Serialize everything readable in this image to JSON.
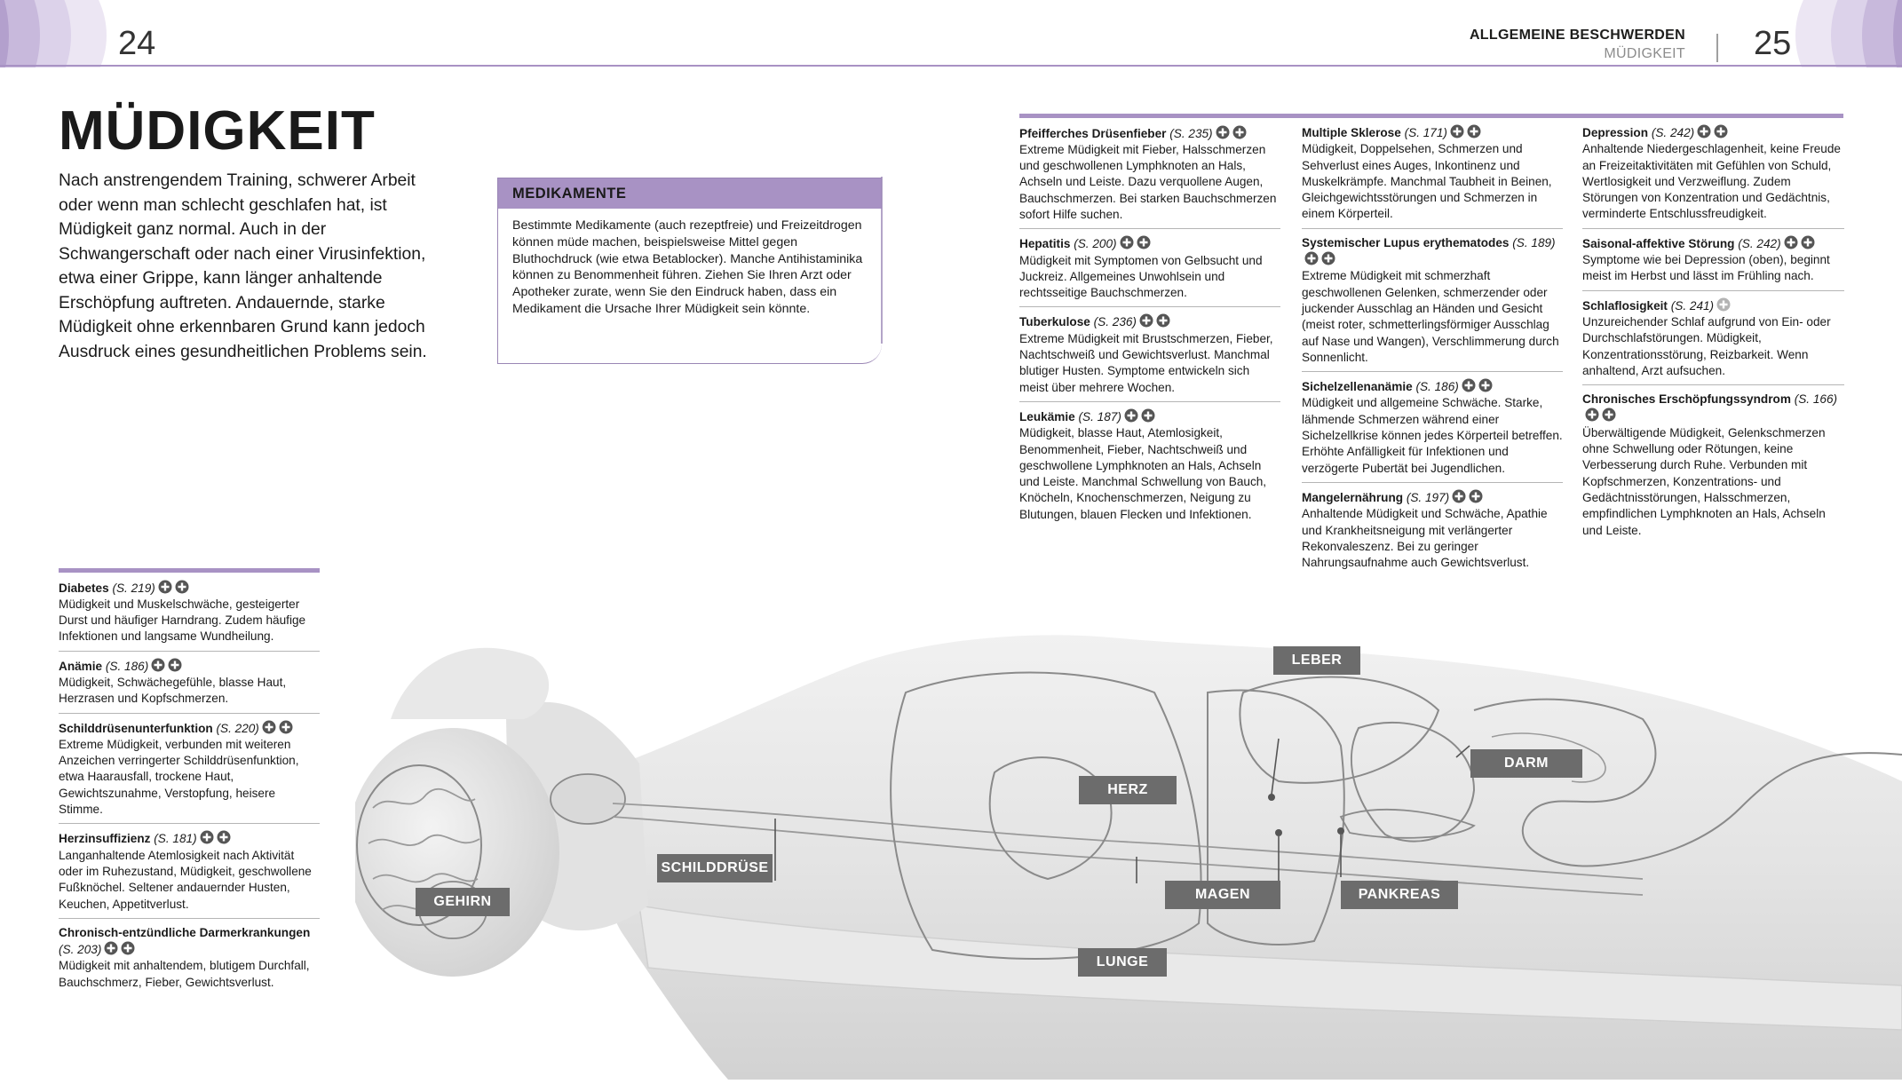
{
  "header": {
    "page_left": "24",
    "page_right": "25",
    "section_title": "ALLGEMEINE BESCHWERDEN",
    "section_sub": "MÜDIGKEIT"
  },
  "title": "MÜDIGKEIT",
  "intro": "Nach anstrengendem Training, schwerer Arbeit oder wenn man schlecht geschlafen hat, ist Müdigkeit ganz normal. Auch in der Schwangerschaft oder nach einer Virusinfektion, etwa einer Grippe, kann länger anhaltende Erschöpfung auftreten. Andauernde, starke Müdigkeit ohne erkennbaren Grund kann jedoch Ausdruck eines gesundheitlichen Problems sein.",
  "medikamente": {
    "heading": "MEDIKAMENTE",
    "text": "Bestimmte Medikamente (auch rezeptfreie) und Freizeitdrogen können müde machen, beispielsweise Mittel gegen Bluthochdruck (wie etwa Betablocker). Manche Antihistaminika können zu Benommenheit führen. Ziehen Sie Ihren Arzt oder Apotheker zurate, wenn Sie den Eindruck haben, dass ein Medikament die Ursache Ihrer Müdigkeit sein könnte."
  },
  "icons": {
    "plus": "plus-circle-icon",
    "accent": "#a892c4",
    "label_bg": "#6c6c6c"
  },
  "left_column": [
    {
      "name": "Diabetes",
      "ref": "(S. 219)",
      "symbols": 2,
      "text": "Müdigkeit und Muskelschwäche, gesteigerter Durst und häufiger Harndrang. Zudem häufige Infektionen und langsame Wundheilung."
    },
    {
      "name": "Anämie",
      "ref": "(S. 186)",
      "symbols": 2,
      "text": "Müdigkeit, Schwächegefühle, blasse Haut, Herzrasen und Kopfschmerzen."
    },
    {
      "name": "Schilddrüsenunterfunktion",
      "ref": "(S. 220)",
      "symbols": 2,
      "text": "Extreme Müdigkeit, verbunden mit weiteren Anzeichen verringerter Schilddrüsenfunktion, etwa Haarausfall, trockene Haut, Gewichtszunahme, Verstopfung, heisere Stimme."
    },
    {
      "name": "Herzinsuffizienz",
      "ref": "(S. 181)",
      "symbols": 2,
      "text": "Langanhaltende Atemlosigkeit nach Aktivität oder im Ruhezustand, Müdigkeit, geschwollene Fußknöchel. Seltener andauernder Husten, Keuchen, Appetitverlust."
    },
    {
      "name": "Chronisch-entzündliche Darmerkrankungen",
      "ref": "(S. 203)",
      "symbols": 2,
      "text": "Müdigkeit mit anhaltendem, blutigem Durchfall, Bauchschmerz, Fieber, Gewichtsverlust."
    }
  ],
  "column1": [
    {
      "name": "Pfeifferches Drüsenfieber",
      "ref": "(S. 235)",
      "symbols": 2,
      "text": "Extreme Müdigkeit mit Fieber, Halsschmerzen und geschwollenen Lymphknoten an Hals, Achseln und Leiste. Dazu verquollene Augen, Bauchschmerzen. Bei starken Bauchschmerzen sofort Hilfe suchen."
    },
    {
      "name": "Hepatitis",
      "ref": "(S. 200)",
      "symbols": 2,
      "text": "Müdigkeit mit Symptomen von Gelbsucht und Juckreiz. Allgemeines Unwohlsein und rechtsseitige Bauchschmerzen."
    },
    {
      "name": "Tuberkulose",
      "ref": "(S. 236)",
      "symbols": 2,
      "text": "Extreme Müdigkeit mit Brustschmerzen, Fieber, Nachtschweiß und Gewichtsverlust. Manchmal blutiger Husten. Symptome entwickeln sich meist über mehrere Wochen."
    },
    {
      "name": "Leukämie",
      "ref": "(S. 187)",
      "symbols": 2,
      "text": "Müdigkeit, blasse Haut, Atemlosigkeit, Benommenheit, Fieber, Nachtschweiß und geschwollene Lymphknoten an Hals, Achseln und Leiste. Manchmal Schwellung von Bauch, Knöcheln, Knochenschmerzen, Neigung zu Blutungen, blauen Flecken und Infektionen."
    }
  ],
  "column2": [
    {
      "name": "Multiple Sklerose",
      "ref": "(S. 171)",
      "symbols": 2,
      "text": "Müdigkeit, Doppelsehen, Schmerzen und Sehverlust eines Auges, Inkontinenz und Muskelkrämpfe. Manchmal Taubheit in Beinen, Gleichgewichtsstörungen und Schmerzen in einem Körperteil."
    },
    {
      "name": "Systemischer Lupus erythematodes",
      "ref": "(S. 189)",
      "symbols": 2,
      "text": "Extreme Müdigkeit mit schmerzhaft geschwollenen Gelenken, schmerzender oder juckender Ausschlag an Händen und Gesicht (meist roter, schmetterlingsförmiger Ausschlag auf Nase und Wangen), Verschlimmerung durch Sonnenlicht."
    },
    {
      "name": "Sichelzellenanämie",
      "ref": "(S. 186)",
      "symbols": 2,
      "text": "Müdigkeit und allgemeine Schwäche. Starke, lähmende Schmerzen während einer Sichelzellkrise können jedes Körperteil betreffen. Erhöhte Anfälligkeit für Infektionen und verzögerte Pubertät bei Jugendlichen."
    },
    {
      "name": "Mangelernährung",
      "ref": "(S. 197)",
      "symbols": 2,
      "text": "Anhaltende Müdigkeit und Schwäche, Apathie und Krankheitsneigung mit verlängerter Rekonvaleszenz. Bei zu geringer Nahrungsaufnahme auch Gewichtsverlust."
    }
  ],
  "column3": [
    {
      "name": "Depression",
      "ref": "(S. 242)",
      "symbols": 2,
      "text": "Anhaltende Niedergeschlagenheit, keine Freude an Freizeitaktivitäten mit Gefühlen von Schuld, Wertlosigkeit und Verzweiflung. Zudem Störungen von Konzentration und Gedächtnis, verminderte Entschlussfreudigkeit."
    },
    {
      "name": "Saisonal-affektive Störung",
      "ref": "(S. 242)",
      "symbols": 2,
      "text": "Symptome wie bei Depression (oben), beginnt meist im Herbst und lässt im Frühling nach."
    },
    {
      "name": "Schlaflosigkeit",
      "ref": "(S. 241)",
      "symbols": 1,
      "text": "Unzureichender Schlaf aufgrund von Ein- oder Durchschlafstörungen. Müdigkeit, Konzentrationsstörung, Reizbarkeit. Wenn anhaltend, Arzt aufsuchen."
    },
    {
      "name": "Chronisches Erschöpfungssyndrom",
      "ref": "(S. 166)",
      "symbols": 2,
      "text": "Überwältigende Müdigkeit, Gelenkschmerzen ohne Schwellung oder Rötungen, keine Verbesserung durch Ruhe. Verbunden mit Kopfschmerzen, Konzentrations- und Gedächtnisstörungen, Halsschmerzen, empfindlichen Lymphknoten an Hals, Achseln und Leiste."
    }
  ],
  "figure_labels": {
    "leber": "LEBER",
    "darm": "DARM",
    "herz": "HERZ",
    "schilddruese": "SCHILDDRÜSE",
    "gehirn": "GEHIRN",
    "magen": "MAGEN",
    "pankreas": "PANKREAS",
    "lunge": "LUNGE"
  }
}
